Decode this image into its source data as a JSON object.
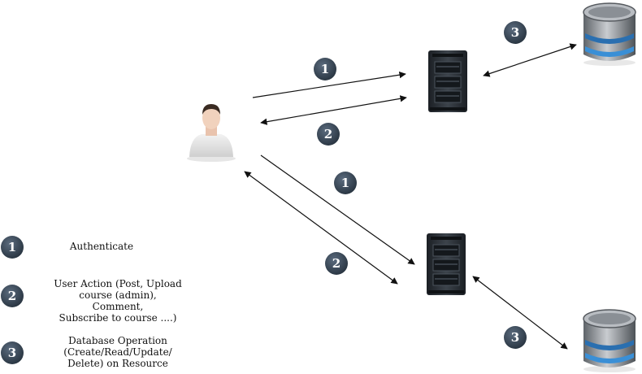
{
  "diagram": {
    "arrow_badges": {
      "top_request": "1",
      "top_response": "2",
      "top_db": "3",
      "bottom_request": "1",
      "bottom_response": "2",
      "bottom_db": "3"
    },
    "legend": [
      {
        "number": "1",
        "text_lines": [
          "Authenticate"
        ]
      },
      {
        "number": "2",
        "text_lines": [
          "User Action (Post, Upload",
          "course (admin), Comment,",
          "Subscribe to course ....)"
        ]
      },
      {
        "number": "3",
        "text_lines": [
          "Database Operation",
          "(Create/Read/Update/",
          "Delete) on Resource"
        ]
      }
    ],
    "icons": {
      "user": "user-icon",
      "server": "server-icon",
      "database": "database-icon"
    },
    "colors": {
      "badge": "#3b4a5c",
      "arrow": "#111111",
      "server_body": "#2a2f35",
      "db_accent": "#3a8fd6",
      "db_body": "#8a8f95"
    }
  }
}
